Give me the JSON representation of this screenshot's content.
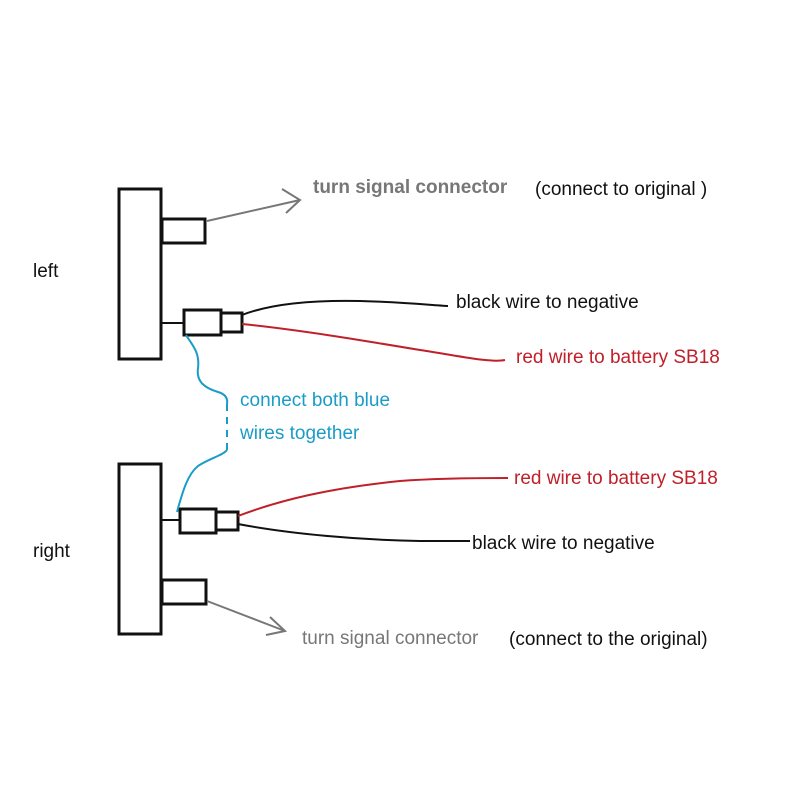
{
  "labels": {
    "left": "left",
    "right": "right",
    "turn_signal_left": "turn signal connector",
    "turn_signal_left_note": "(connect to original )",
    "turn_signal_right": "turn signal connector",
    "turn_signal_right_note": "(connect to the original)",
    "black_wire_left": "black wire to negative",
    "red_wire_left": "red wire to battery SB18",
    "red_wire_right": "red wire to battery SB18",
    "black_wire_right": "black wire to negative",
    "blue_note_line1": "connect both blue",
    "blue_note_line2": "wires together"
  },
  "colors": {
    "black_wire": "#111111",
    "red_wire": "#c0202a",
    "blue_wire": "#1a9cc8",
    "gray_arrow": "#777777",
    "red_text": "#c0202a",
    "blue_text": "#1a9cc8",
    "gray_text": "#777777",
    "black_text": "#111111"
  }
}
